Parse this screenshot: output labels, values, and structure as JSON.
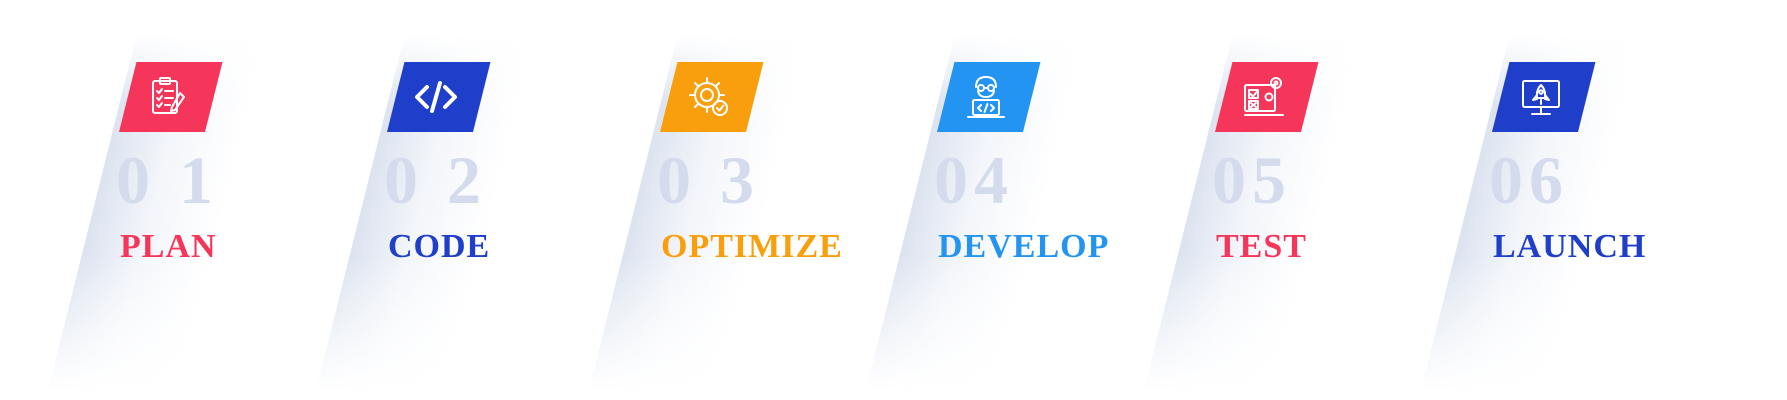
{
  "steps": [
    {
      "number": "0 1",
      "title": "PLAN",
      "color": "#f5355a",
      "icon": "clipboard-checklist-icon"
    },
    {
      "number": "0 2",
      "title": "CODE",
      "color": "#1f3ec9",
      "icon": "code-brackets-icon"
    },
    {
      "number": "0 3",
      "title": "OPTIMIZE",
      "color": "#f99e0c",
      "icon": "gear-optimize-icon"
    },
    {
      "number": "04",
      "title": "DEVELOP",
      "color": "#2494f2",
      "icon": "developer-laptop-icon"
    },
    {
      "number": "05",
      "title": "TEST",
      "color": "#f5355a",
      "icon": "testing-board-icon"
    },
    {
      "number": "06",
      "title": "LAUNCH",
      "color": "#1f3ec9",
      "icon": "rocket-monitor-icon"
    }
  ]
}
